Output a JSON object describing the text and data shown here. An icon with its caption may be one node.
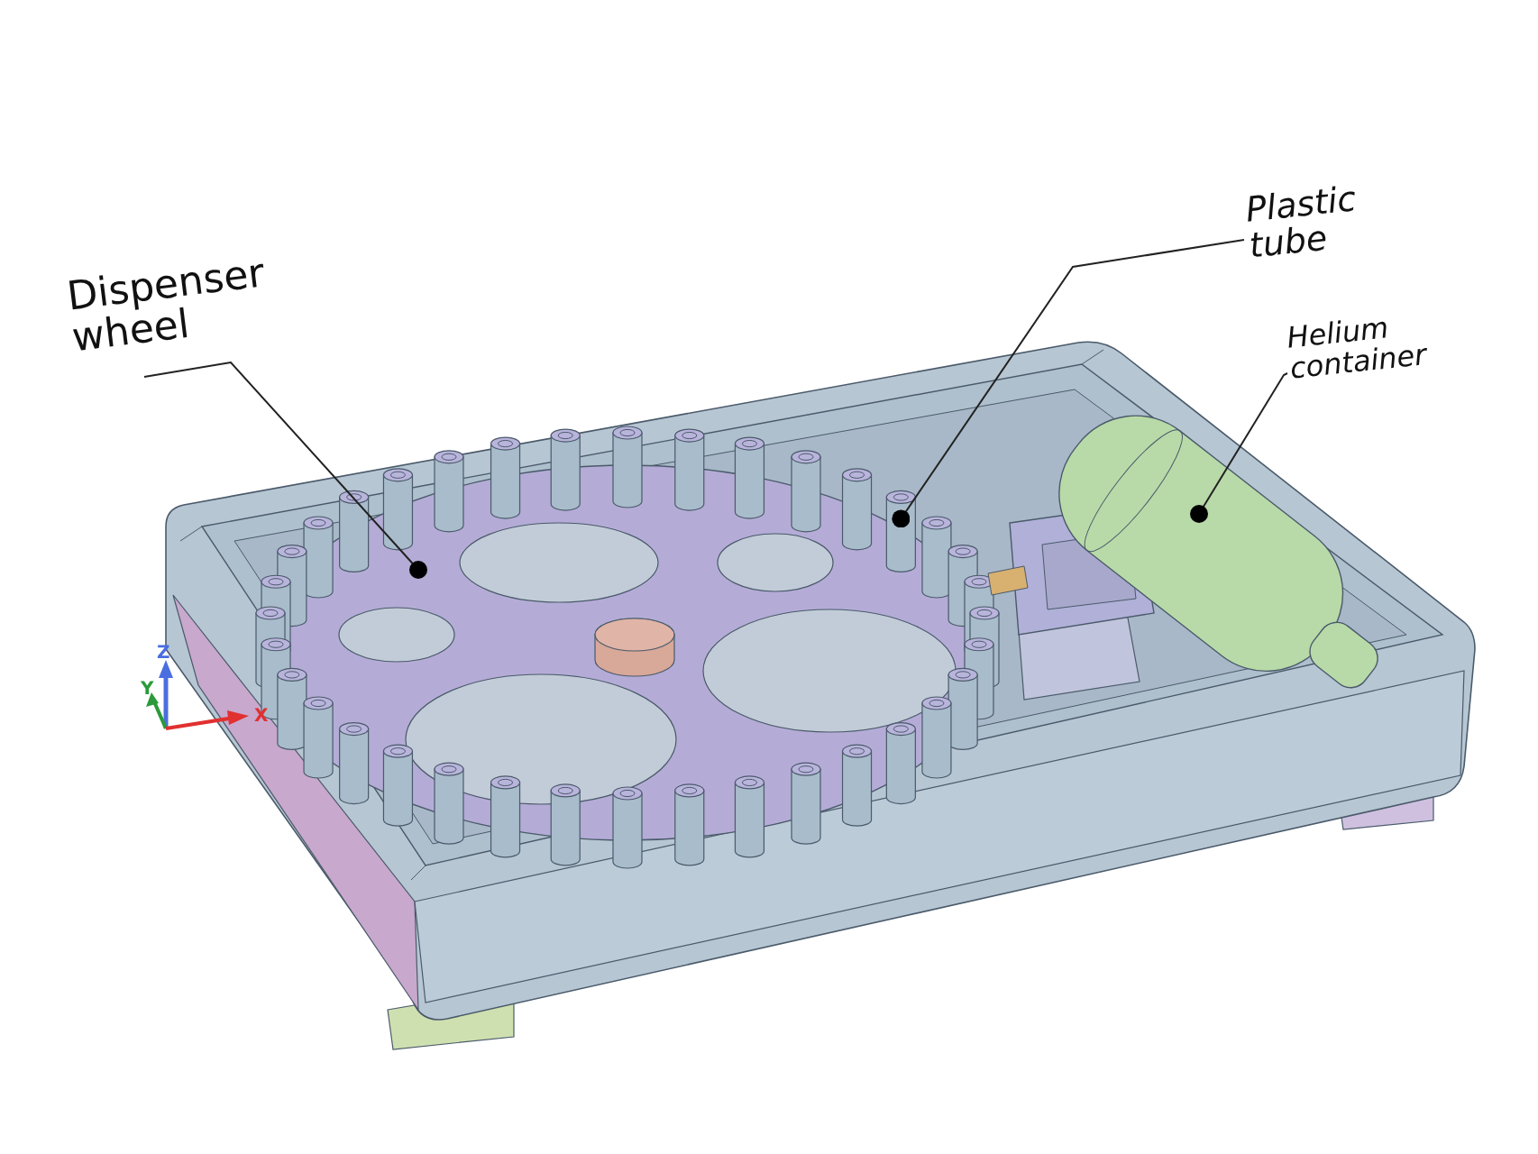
{
  "diagram": {
    "nodes": [
      {
        "text": [
          "Dispenser wheel"
        ]
      },
      {
        "text": [
          "Plastic tube"
        ]
      },
      {
        "text": [
          "Helium container"
        ]
      },
      {
        "text": [],
        "shape": "picture"
      },
      {
        "text": [],
        "shape": "cylinder",
        "in": 3
      },
      {
        "text": [],
        "shape": "picture"
      }
    ],
    "edges": [
      {
        "from": 0,
        "to": 3,
        "arrow": "other"
      },
      {
        "from": 1,
        "to": 4,
        "arrow": "other"
      },
      {
        "from": 2,
        "to": 5,
        "arrow": "other"
      }
    ],
    "labels": [
      "Z",
      "Y",
      "X"
    ]
  }
}
